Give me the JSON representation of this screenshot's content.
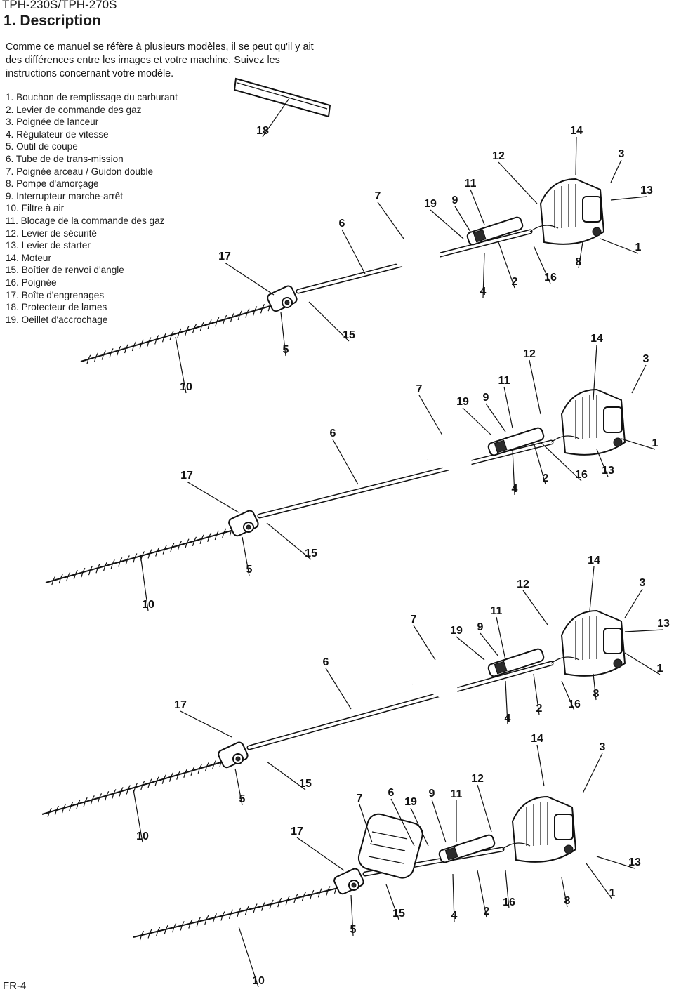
{
  "header": {
    "model": "TPH-230S/TPH-270S",
    "title": "1. Description"
  },
  "intro": "Comme ce manuel se réfère à plusieurs modèles, il se peut qu'il y ait des différences entre les images et votre machine. Suivez les instructions concernant votre modèle.",
  "parts": [
    "1. Bouchon de remplissage du carburant",
    "2. Levier de commande des gaz",
    "3. Poignée de lanceur",
    "4. Régulateur de vitesse",
    "5. Outil de coupe",
    "6. Tube de de trans-mission",
    "7. Poignée arceau / Guidon double",
    "8. Pompe d'amorçage",
    "9. Interrupteur marche-arrêt",
    "10. Filtre à air",
    "11. Blocage de la commande des gaz",
    "12. Levier de sécurité",
    "13. Levier de starter",
    "14. Moteur",
    "15. Boîtier de renvoi d'angle",
    "16. Poignée",
    "17. Boîte d'engrenages",
    "18. Protecteur de lames",
    "19. Oeillet d'accrochage"
  ],
  "callouts": [
    [
      "18",
      "14",
      "12",
      "3",
      "11",
      "13",
      "7",
      "19",
      "9",
      "6",
      "1",
      "8",
      "17",
      "16",
      "2",
      "4",
      "15",
      "5",
      "10"
    ],
    [
      "14",
      "12",
      "3",
      "11",
      "7",
      "19",
      "9",
      "6",
      "1",
      "16",
      "13",
      "17",
      "2",
      "4",
      "15",
      "5",
      "10"
    ],
    [
      "14",
      "12",
      "3",
      "11",
      "13",
      "7",
      "19",
      "9",
      "6",
      "1",
      "8",
      "16",
      "17",
      "2",
      "4",
      "15",
      "5",
      "10"
    ],
    [
      "14",
      "3",
      "12",
      "7",
      "6",
      "19",
      "9",
      "11",
      "13",
      "1",
      "17",
      "16",
      "8",
      "15",
      "4",
      "2",
      "5",
      "10"
    ]
  ],
  "footer": {
    "page": "FR-4"
  }
}
